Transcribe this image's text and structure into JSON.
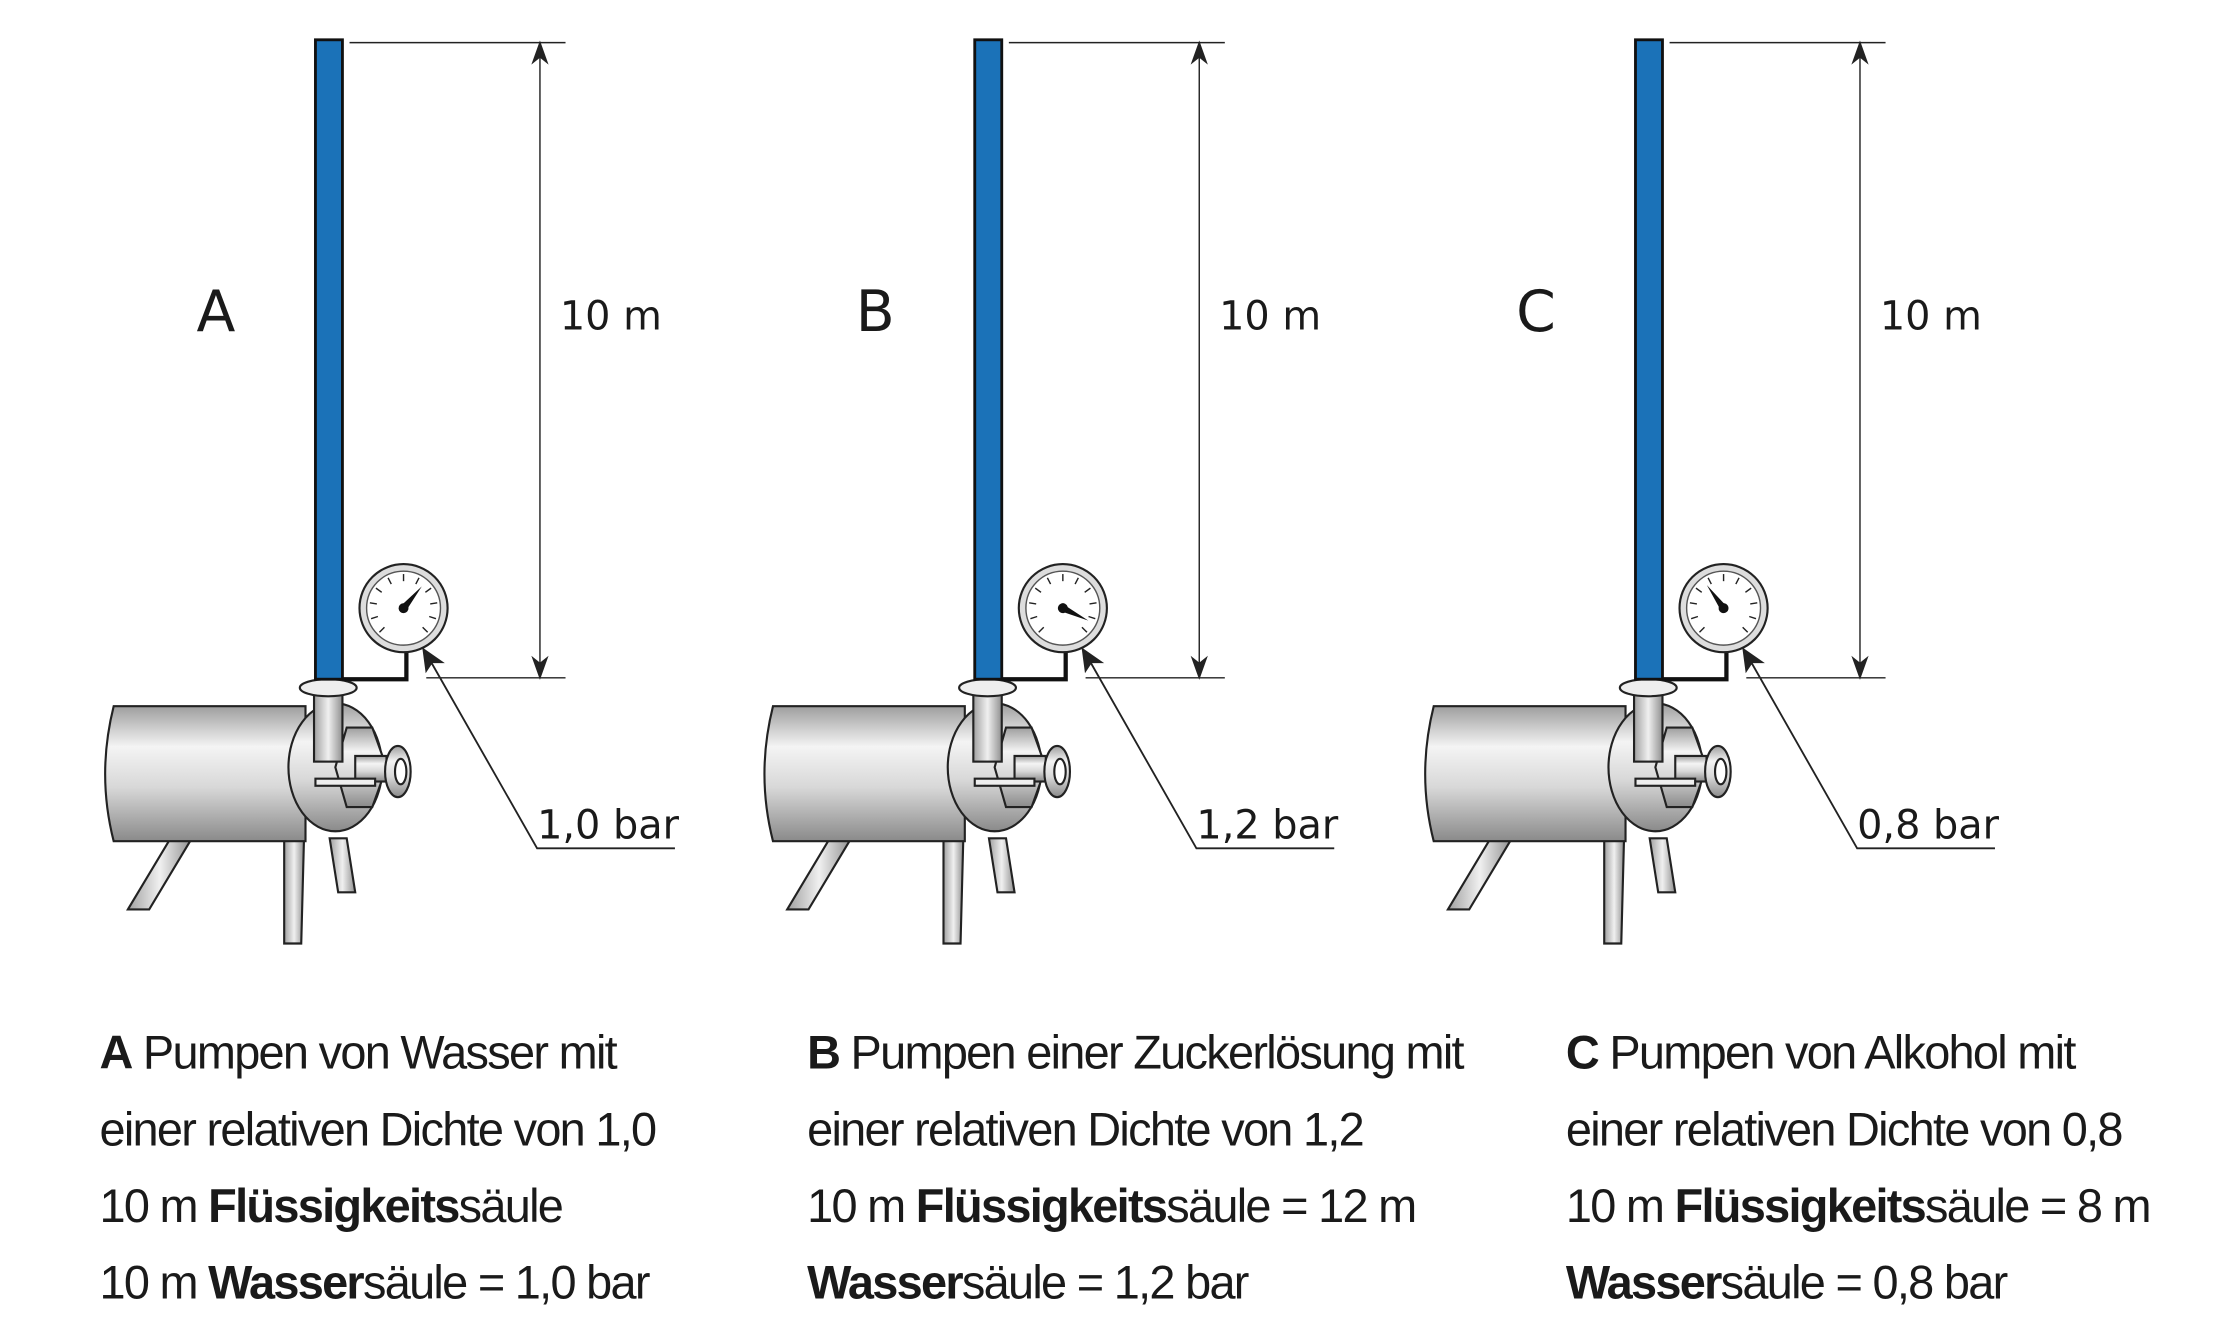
{
  "colors": {
    "pipe": "#1b72b8",
    "ink": "#1a1a1a",
    "metal_light": "#f2f2f2",
    "metal_dark": "#9a9a9a"
  },
  "panels": [
    {
      "letter": "A",
      "height_label": "10 m",
      "pressure_label": "1,0 bar",
      "gauge_reading_bar": 1.0,
      "caption": [
        [
          {
            "t": "A",
            "bold": true
          },
          {
            "t": " Pumpen von Wasser mit",
            "bold": false
          }
        ],
        [
          {
            "t": "einer relativen Dichte von 1,0",
            "bold": false
          }
        ],
        [
          {
            "t": "10 m ",
            "bold": false
          },
          {
            "t": "Flüssigkeits",
            "bold": true
          },
          {
            "t": "säule",
            "bold": false
          }
        ],
        [
          {
            "t": "10 m ",
            "bold": false
          },
          {
            "t": "Wasser",
            "bold": true
          },
          {
            "t": "säule = 1,0 bar",
            "bold": false
          }
        ]
      ]
    },
    {
      "letter": "B",
      "height_label": "10 m",
      "pressure_label": "1,2 bar",
      "gauge_reading_bar": 1.2,
      "caption": [
        [
          {
            "t": "B",
            "bold": true
          },
          {
            "t": " Pumpen einer Zuckerlösung mit",
            "bold": false
          }
        ],
        [
          {
            "t": "einer relativen Dichte von 1,2",
            "bold": false
          }
        ],
        [
          {
            "t": "10 m ",
            "bold": false
          },
          {
            "t": "Flüssigkeits",
            "bold": true
          },
          {
            "t": "säule = 12 m",
            "bold": false
          }
        ],
        [
          {
            "t": "Wasser",
            "bold": true
          },
          {
            "t": "säule = 1,2 bar",
            "bold": false
          }
        ]
      ]
    },
    {
      "letter": "C",
      "height_label": "10 m",
      "pressure_label": "0,8 bar",
      "gauge_reading_bar": 0.8,
      "caption": [
        [
          {
            "t": "C",
            "bold": true
          },
          {
            "t": " Pumpen von Alkohol mit",
            "bold": false
          }
        ],
        [
          {
            "t": "einer relativen Dichte von 0,8",
            "bold": false
          }
        ],
        [
          {
            "t": "10 m ",
            "bold": false
          },
          {
            "t": "Flüssigkeits",
            "bold": true
          },
          {
            "t": "säule = 8 m",
            "bold": false
          }
        ],
        [
          {
            "t": "Wasser",
            "bold": true
          },
          {
            "t": "säule = 0,8 bar",
            "bold": false
          }
        ]
      ]
    }
  ]
}
